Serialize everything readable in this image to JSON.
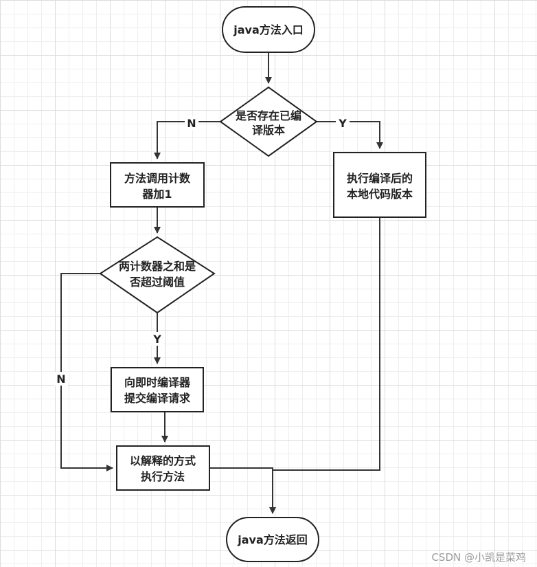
{
  "nodes": {
    "start": "java方法入口",
    "decision1": [
      "是否存在已编",
      "译版本"
    ],
    "counter": [
      "方法调用计数",
      "器加1"
    ],
    "native": [
      "执行编译后的",
      "本地代码版本"
    ],
    "decision2": [
      "两计数器之和是",
      "否超过阈值"
    ],
    "submit": [
      "向即时编译器",
      "提交编译请求"
    ],
    "interpret": [
      "以解释的方式",
      "执行方法"
    ],
    "end": "java方法返回"
  },
  "edge_labels": {
    "d1_no": "N",
    "d1_yes": "Y",
    "d2_yes": "Y",
    "d2_no": "N"
  },
  "watermark": "CSDN @小凯是菜鸡",
  "colors": {
    "line": "#333333",
    "border": "#222222",
    "grid": "#dcdcdc"
  }
}
